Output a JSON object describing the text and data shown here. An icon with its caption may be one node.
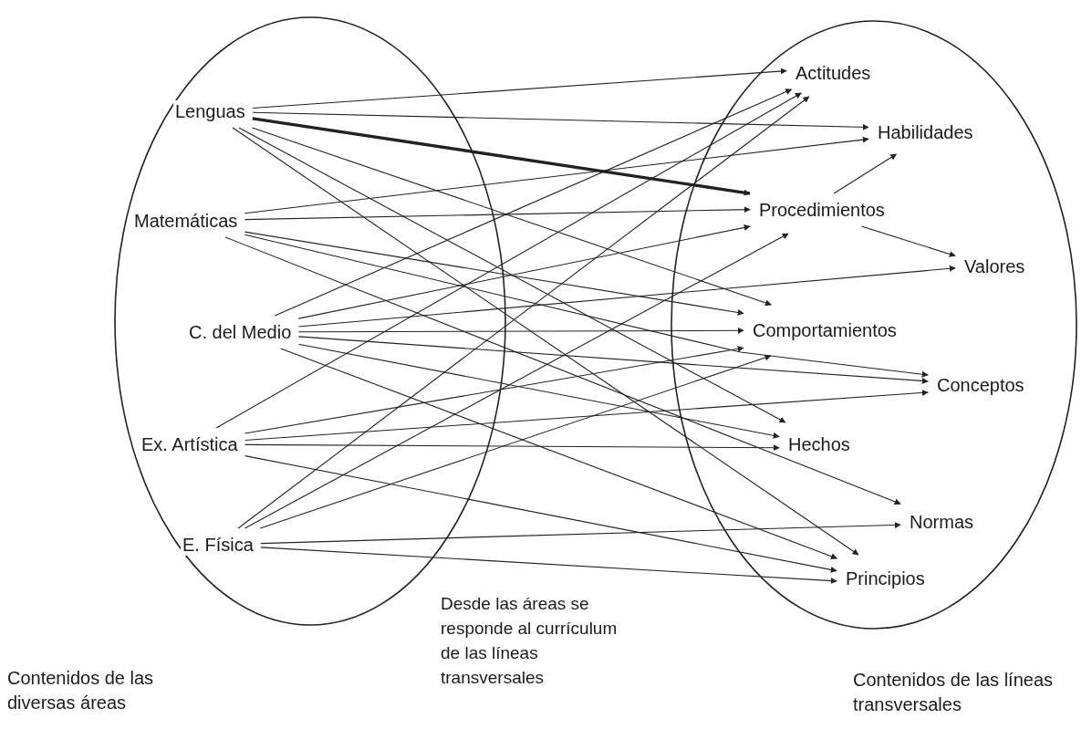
{
  "diagram": {
    "nodes": [
      {
        "text": [
          "Contenidos de las diversas áreas"
        ]
      },
      {
        "text": [
          "Contenidos de las líneas transversales"
        ]
      },
      {
        "text": [
          "Lenguas"
        ],
        "in": 0
      },
      {
        "text": [
          "Matemáticas"
        ],
        "in": 0
      },
      {
        "text": [
          "C. del Medio"
        ],
        "in": 0
      },
      {
        "text": [
          "Ex. Artística"
        ],
        "in": 0
      },
      {
        "text": [
          "E. Física"
        ],
        "in": 0
      },
      {
        "text": [
          "Actitudes"
        ],
        "in": 1
      },
      {
        "text": [
          "Habilidades"
        ],
        "in": 1
      },
      {
        "text": [
          "Procedimientos"
        ],
        "in": 1
      },
      {
        "text": [
          "Valores"
        ],
        "in": 1
      },
      {
        "text": [
          "Comportamientos"
        ],
        "in": 1
      },
      {
        "text": [
          "Conceptos"
        ],
        "in": 1
      },
      {
        "text": [
          "Hechos"
        ],
        "in": 1
      },
      {
        "text": [
          "Normas"
        ],
        "in": 1
      },
      {
        "text": [
          "Principios"
        ],
        "in": 1
      }
    ],
    "edges": [
      {
        "from": 2,
        "to": 7,
        "arrow": "to"
      },
      {
        "from": 2,
        "to": 8,
        "arrow": "to"
      },
      {
        "from": 2,
        "to": 9,
        "arrow": "to",
        "style": "thick"
      },
      {
        "from": 2,
        "to": 11,
        "arrow": "to"
      },
      {
        "from": 2,
        "to": 13,
        "arrow": "to"
      },
      {
        "from": 2,
        "to": 15,
        "arrow": "to"
      },
      {
        "from": 3,
        "to": 8,
        "arrow": "to"
      },
      {
        "from": 3,
        "to": 9,
        "arrow": "to"
      },
      {
        "from": 3,
        "to": 11,
        "arrow": "to"
      },
      {
        "from": 3,
        "to": 12,
        "arrow": "to"
      },
      {
        "from": 3,
        "to": 14,
        "arrow": "to"
      },
      {
        "from": 4,
        "to": 7,
        "arrow": "to"
      },
      {
        "from": 4,
        "to": 9,
        "arrow": "to"
      },
      {
        "from": 4,
        "to": 10,
        "arrow": "to"
      },
      {
        "from": 4,
        "to": 11,
        "arrow": "to"
      },
      {
        "from": 4,
        "to": 12,
        "arrow": "to"
      },
      {
        "from": 4,
        "to": 13,
        "arrow": "to"
      },
      {
        "from": 4,
        "to": 15,
        "arrow": "to"
      },
      {
        "from": 5,
        "to": 7,
        "arrow": "to"
      },
      {
        "from": 5,
        "to": 11,
        "arrow": "to"
      },
      {
        "from": 5,
        "to": 12,
        "arrow": "to"
      },
      {
        "from": 5,
        "to": 13,
        "arrow": "to"
      },
      {
        "from": 5,
        "to": 15,
        "arrow": "to"
      },
      {
        "from": 6,
        "to": 7,
        "arrow": "to"
      },
      {
        "from": 6,
        "to": 9,
        "arrow": "to"
      },
      {
        "from": 6,
        "to": 11,
        "arrow": "to"
      },
      {
        "from": 6,
        "to": 14,
        "arrow": "to"
      },
      {
        "from": 6,
        "to": 15,
        "arrow": "to"
      },
      {
        "from": 9,
        "to": 8,
        "arrow": "to"
      },
      {
        "from": 9,
        "to": 10,
        "arrow": "to"
      }
    ],
    "labels": [
      "Desde las áreas se responde al currículum de las líneas transversales"
    ]
  }
}
